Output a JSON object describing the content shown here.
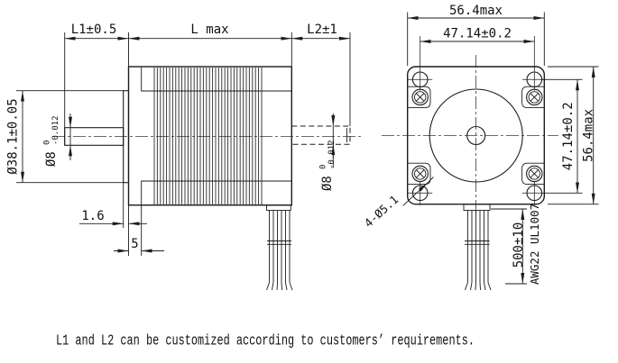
{
  "note": "L1 and L2 can be customized according to customers’ requirements.",
  "side_view": {
    "dim_l1": "L1±0.5",
    "dim_l_max": "L max",
    "dim_l2": "L2±1",
    "dim_boss_dia": "Ø38.1±0.05",
    "shaft_dia": "Ø8",
    "shaft_tol_upper": "0",
    "shaft_tol_lower": "-0.012",
    "dim_boss_protrusion": "1.6",
    "dim_flange_thickness": "5"
  },
  "front_view": {
    "dim_width": "56.4max",
    "dim_hole_spacing_h": "47.14±0.2",
    "dim_hole_spacing_v": "47.14±0.2",
    "dim_height": "56.4max",
    "dim_mounting_holes": "4-Ø5.1",
    "dim_lead_length": "500±10",
    "lead_spec": "AWG22 UL1007"
  }
}
